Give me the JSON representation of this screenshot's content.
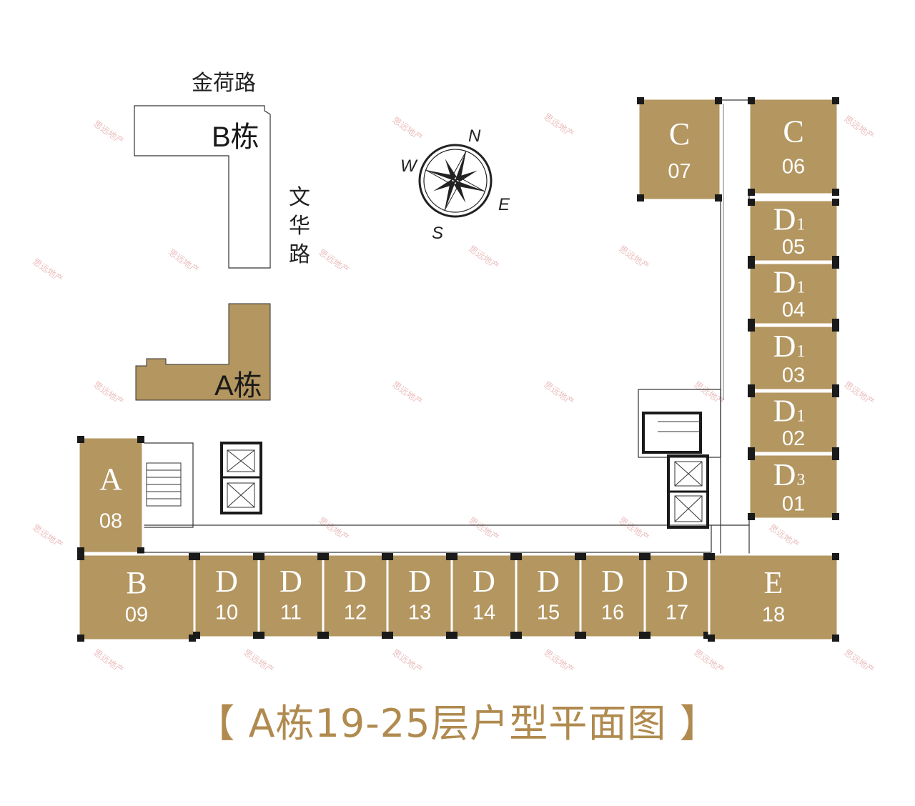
{
  "title": "【 A栋19-25层户型平面图 】",
  "roads": {
    "north": "金荷路",
    "east": [
      "文",
      "华",
      "路"
    ]
  },
  "buildings": {
    "b": "B栋",
    "a": "A栋"
  },
  "compass": {
    "n": "N",
    "e": "E",
    "s": "S",
    "w": "W"
  },
  "watermark": "思远地产",
  "colors": {
    "unit": "#b39660",
    "wall": "#1a1a1a",
    "title": "#b08a4f"
  },
  "units": [
    {
      "type": "C",
      "sub": "",
      "no": "07"
    },
    {
      "type": "C",
      "sub": "",
      "no": "06"
    },
    {
      "type": "D",
      "sub": "1",
      "no": "05"
    },
    {
      "type": "D",
      "sub": "1",
      "no": "04"
    },
    {
      "type": "D",
      "sub": "1",
      "no": "03"
    },
    {
      "type": "D",
      "sub": "1",
      "no": "02"
    },
    {
      "type": "D",
      "sub": "3",
      "no": "01"
    },
    {
      "type": "A",
      "sub": "",
      "no": "08"
    },
    {
      "type": "B",
      "sub": "",
      "no": "09"
    },
    {
      "type": "D",
      "sub": "",
      "no": "10"
    },
    {
      "type": "D",
      "sub": "",
      "no": "11"
    },
    {
      "type": "D",
      "sub": "",
      "no": "12"
    },
    {
      "type": "D",
      "sub": "",
      "no": "13"
    },
    {
      "type": "D",
      "sub": "",
      "no": "14"
    },
    {
      "type": "D",
      "sub": "",
      "no": "15"
    },
    {
      "type": "D",
      "sub": "",
      "no": "16"
    },
    {
      "type": "D",
      "sub": "",
      "no": "17"
    },
    {
      "type": "E",
      "sub": "",
      "no": "18"
    }
  ]
}
